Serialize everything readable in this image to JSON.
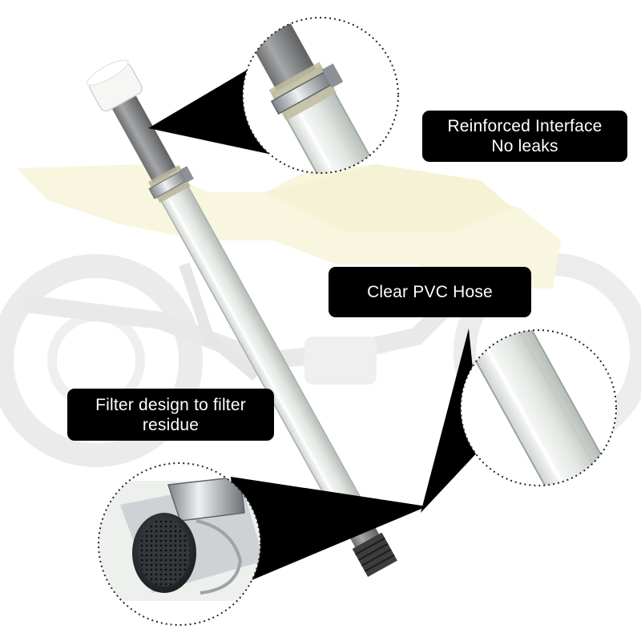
{
  "callouts": [
    {
      "lines": [
        "Reinforced Interface",
        "No leaks"
      ]
    },
    {
      "lines": [
        "Clear PVC Hose"
      ]
    },
    {
      "lines": [
        "Filter design to filter",
        "residue"
      ]
    }
  ],
  "colors": {
    "callout_bg": "#000000",
    "callout_text": "#ffffff",
    "motorcycle_tint": "#f3efc4",
    "pipe_gray": "#8a8c8e",
    "cap_white": "#f6f6f4",
    "clamp_steel": "#c9cccf",
    "hose_clear": "#e9ecea"
  }
}
